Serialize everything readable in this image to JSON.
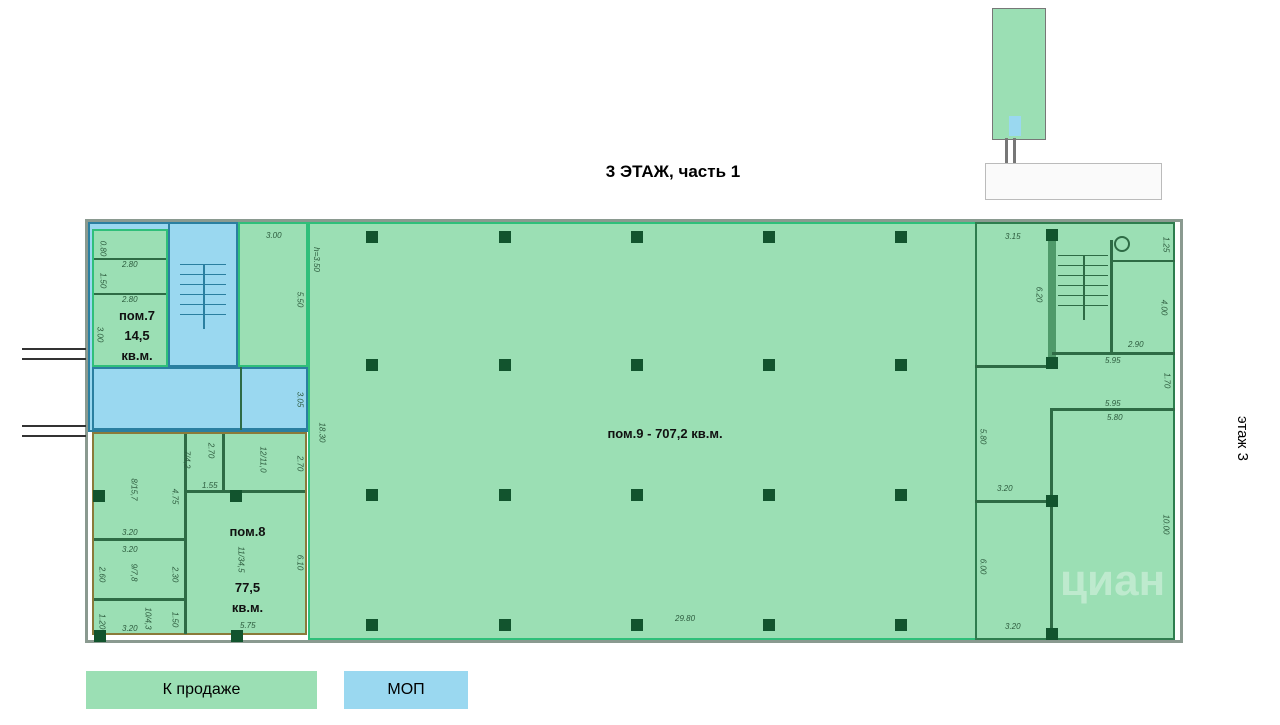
{
  "title": "3 ЭТАЖ, часть 1",
  "floor_label": "этаж 3",
  "rooms": {
    "r7": {
      "name": "пом.7",
      "area": "14,5",
      "unit": "кв.м."
    },
    "r8": {
      "name": "пом.8",
      "area": "77,5",
      "unit": "кв.м."
    },
    "r9": {
      "label": "пом.9 - 707,2 кв.м."
    }
  },
  "sub_rooms": {
    "n8": "8",
    "a8": "15,7",
    "n9": "9",
    "a9": "7,8",
    "n10": "10",
    "a10": "4,3",
    "n11": "11",
    "a11": "34,5",
    "n12": "12",
    "a12": "11,0",
    "n7": "7",
    "a7": "4,2"
  },
  "dims": [
    "0.80",
    "2.80",
    "1.50",
    "2.80",
    "3.00",
    "3.00",
    "5.50",
    "3.05",
    "h=3.50",
    "18.30",
    "2.70",
    "1.55",
    "2.70",
    "4.75",
    "3.20",
    "3.20",
    "2.60",
    "2.30",
    "1.20",
    "3.20",
    "1.50",
    "5.75",
    "6.10",
    "29.80",
    "3.15",
    "6.20",
    "1.25",
    "4.00",
    "2.90",
    "5.95",
    "1.70",
    "5.95",
    "5.80",
    "5.80",
    "3.20",
    "10.00",
    "6.00",
    "3.20"
  ],
  "legend": [
    {
      "label": "К продаже",
      "color": "#9bdfb4"
    },
    {
      "label": "МОП",
      "color": "#9ad8f0"
    }
  ],
  "watermark": "циан"
}
